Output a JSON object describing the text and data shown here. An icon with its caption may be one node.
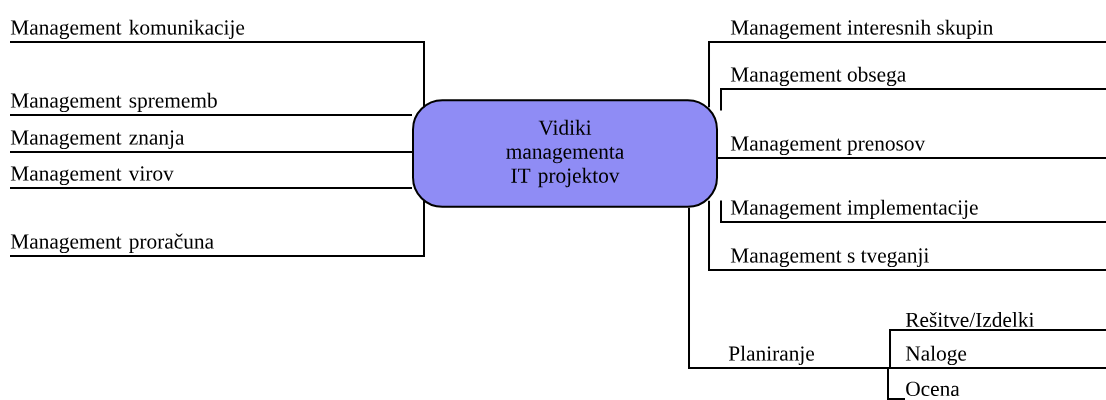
{
  "diagram": {
    "nodes": [
      {
        "text": [
          "Vidiki managementa IT projektov"
        ]
      },
      {
        "text": [
          "Management komunikacije"
        ]
      },
      {
        "text": [
          "Management sprememb"
        ]
      },
      {
        "text": [
          "Management znanja"
        ]
      },
      {
        "text": [
          "Management virov"
        ]
      },
      {
        "text": [
          "Management proračuna"
        ]
      },
      {
        "text": [
          "Management interesnih skupin"
        ]
      },
      {
        "text": [
          "Management obsega"
        ]
      },
      {
        "text": [
          "Management prenosov"
        ]
      },
      {
        "text": [
          "Management implementacije"
        ]
      },
      {
        "text": [
          "Management s tveganji"
        ]
      },
      {
        "text": [
          "Planiranje"
        ]
      },
      {
        "text": [
          "Rešitve/Izdelki"
        ]
      },
      {
        "text": [
          "Naloge"
        ]
      },
      {
        "text": [
          "Ocena"
        ]
      }
    ],
    "edges": [
      {
        "from": 0,
        "to": 1,
        "arrow": "none"
      },
      {
        "from": 0,
        "to": 2,
        "arrow": "none"
      },
      {
        "from": 0,
        "to": 3,
        "arrow": "none"
      },
      {
        "from": 0,
        "to": 4,
        "arrow": "none"
      },
      {
        "from": 0,
        "to": 5,
        "arrow": "none"
      },
      {
        "from": 0,
        "to": 6,
        "arrow": "none"
      },
      {
        "from": 0,
        "to": 7,
        "arrow": "none"
      },
      {
        "from": 0,
        "to": 8,
        "arrow": "none"
      },
      {
        "from": 0,
        "to": 9,
        "arrow": "none"
      },
      {
        "from": 0,
        "to": 10,
        "arrow": "none"
      },
      {
        "from": 0,
        "to": 11,
        "arrow": "none"
      },
      {
        "from": 11,
        "to": 12,
        "arrow": "none"
      },
      {
        "from": 11,
        "to": 13,
        "arrow": "none"
      },
      {
        "from": 11,
        "to": 14,
        "arrow": "none"
      }
    ]
  }
}
